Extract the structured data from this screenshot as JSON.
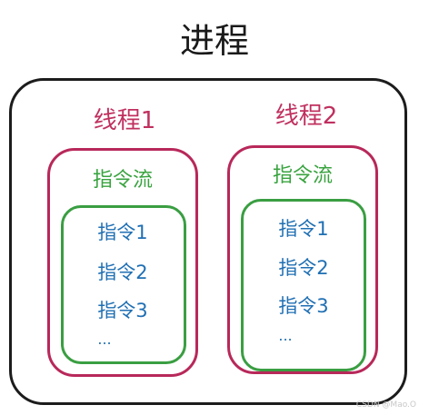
{
  "title": "进程",
  "threads": [
    {
      "label": "线程1",
      "stream_label": "指令流",
      "instructions": [
        "指令1",
        "指令2",
        "指令3",
        "..."
      ]
    },
    {
      "label": "线程2",
      "stream_label": "指令流",
      "instructions": [
        "指令1",
        "指令2",
        "指令3",
        "..."
      ]
    }
  ],
  "watermark": "CSDN @Mao.O",
  "colors": {
    "process_border": "#1c1c1c",
    "thread_border": "#b8285a",
    "thread_label": "#c0305f",
    "stream_border": "#3a9e42",
    "stream_label": "#39a33f",
    "instruction_text": "#1f6fb3"
  }
}
